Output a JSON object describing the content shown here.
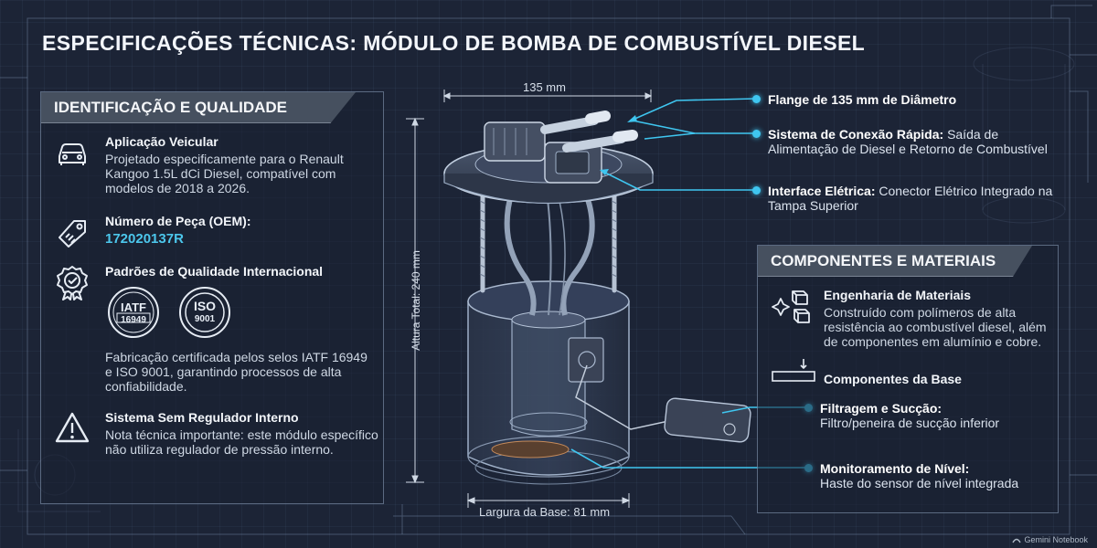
{
  "title": "ESPECIFICAÇÕES TÉCNICAS: MÓDULO DE BOMBA DE COMBUSTÍVEL DIESEL",
  "left_panel": {
    "header": "IDENTIFICAÇÃO E QUALIDADE",
    "application": {
      "title": "Aplicação Veicular",
      "body": "Projetado especificamente para o Renault Kangoo 1.5L dCi Diesel, compatível com modelos de 2018 a 2026."
    },
    "part_number": {
      "title": "Número de Peça (OEM):",
      "value": "172020137R"
    },
    "quality": {
      "title": "Padrões de Qualidade Internacional",
      "seal_iatf_top": "IATF",
      "seal_iatf_bottom": "16949",
      "seal_iso_top": "ISO",
      "seal_iso_bottom": "9001",
      "body": "Fabricação certificada pelos selos IATF 16949 e ISO 9001, garantindo processos de alta confiabilidade."
    },
    "regulator": {
      "title": "Sistema Sem Regulador Interno",
      "body": "Nota técnica importante: este módulo específico não utiliza regulador de pressão interno."
    }
  },
  "diagram": {
    "top_dimension": "135 mm",
    "height_dimension": "Altura Total: 240 mm",
    "base_dimension": "Largura da Base: 81 mm",
    "callouts": {
      "flange_bold": "Flange de 135 mm de Diâmetro",
      "quick_bold": "Sistema de Conexão Rápida:",
      "quick_text": "Saída de Alimentação de Diesel e Retorno de Combustível",
      "electric_bold": "Interface Elétrica:",
      "electric_text": "Conector Elétrico Integrado na Tampa Superior",
      "filter_bold": "Filtragem e Sucção:",
      "filter_text": "Filtro/peneira de sucção inferior",
      "level_bold": "Monitoramento de Nível:",
      "level_text": "Haste do sensor de nível integrada"
    }
  },
  "right_panel": {
    "header": "COMPONENTES E MATERIAIS",
    "materials_title": "Engenharia de Materiais",
    "materials_body": "Construído com polímeros de alta resistência ao combustível diesel, além de componentes em alumínio e cobre.",
    "base_title": "Componentes da Base"
  },
  "watermark": "Gemini Notebook",
  "colors": {
    "accent": "#3fc6f0",
    "oem": "#4cc7ec",
    "background": "#1c2436",
    "header": "#46505f"
  }
}
